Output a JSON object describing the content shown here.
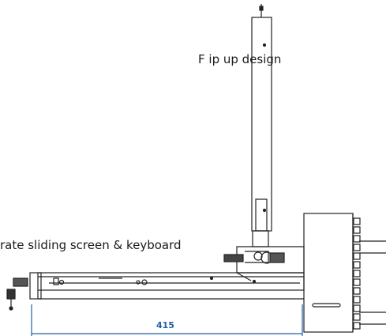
{
  "labels": {
    "flip_up": "F ip up design",
    "separate": "rate sliding screen & keyboard",
    "dimension": "415"
  },
  "colors": {
    "line": "#222222",
    "dimension": "#1f5fa8"
  }
}
